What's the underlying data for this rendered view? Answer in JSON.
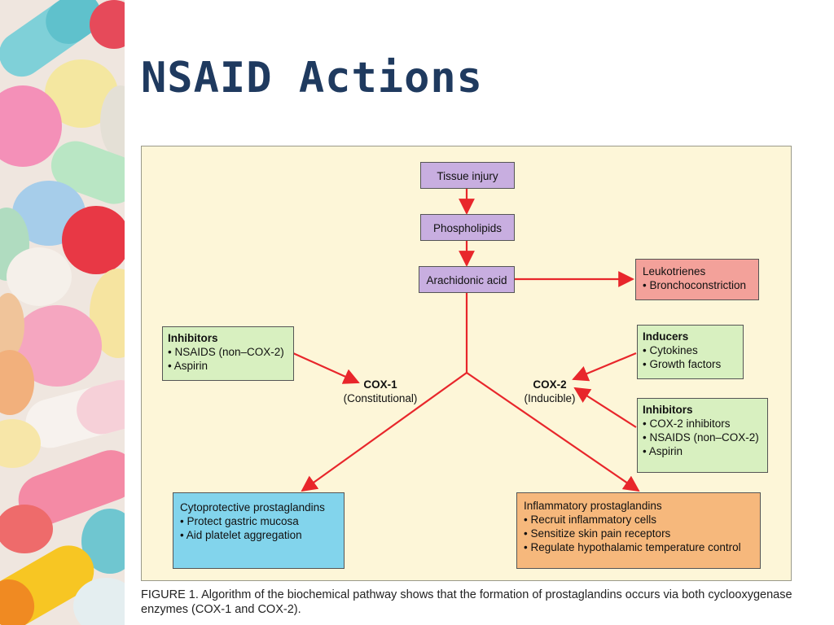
{
  "slide": {
    "title": "NSAID Actions"
  },
  "diagram": {
    "nodes": {
      "tissue_injury": "Tissue injury",
      "phospholipids": "Phospholipids",
      "arachidonic_acid": "Arachidonic acid",
      "leukotrienes": {
        "title": "Leukotrienes",
        "items": [
          "• Bronchoconstriction"
        ]
      },
      "cox1_inhibitors": {
        "title": "Inhibitors",
        "items": [
          "• NSAIDS (non–COX-2)",
          "• Aspirin"
        ]
      },
      "cox1": {
        "name": "COX-1",
        "subtitle": "(Constitutional)"
      },
      "cox2": {
        "name": "COX-2",
        "subtitle": "(Inducible)"
      },
      "inducers": {
        "title": "Inducers",
        "items": [
          "• Cytokines",
          "• Growth factors"
        ]
      },
      "cox2_inhibitors": {
        "title": "Inhibitors",
        "items": [
          "• COX-2 inhibitors",
          "• NSAIDS (non–COX-2)",
          "• Aspirin"
        ]
      },
      "cytoprotective": {
        "title": "Cytoprotective prostaglandins",
        "items": [
          "• Protect gastric mucosa",
          "• Aid platelet aggregation"
        ]
      },
      "inflammatory": {
        "title": "Inflammatory prostaglandins",
        "items": [
          "• Recruit inflammatory cells",
          "• Sensitize skin pain receptors",
          "• Regulate hypothalamic temperature control"
        ]
      }
    },
    "caption": "FIGURE 1. Algorithm of the biochemical pathway shows that the formation of prostaglandins occurs via both cyclooxygenase enzymes (COX-1 and COX-2).",
    "colors": {
      "arrow": "#e8262b",
      "pathway_box": "#c8aee0",
      "leukotriene_box": "#f3a19a",
      "modulator_box": "#d8f0c0",
      "cytoprotective_box": "#82d4ec",
      "inflammatory_box": "#f6b87c",
      "panel_background": "#fdf6d8",
      "title": "#1f3a5f"
    }
  }
}
